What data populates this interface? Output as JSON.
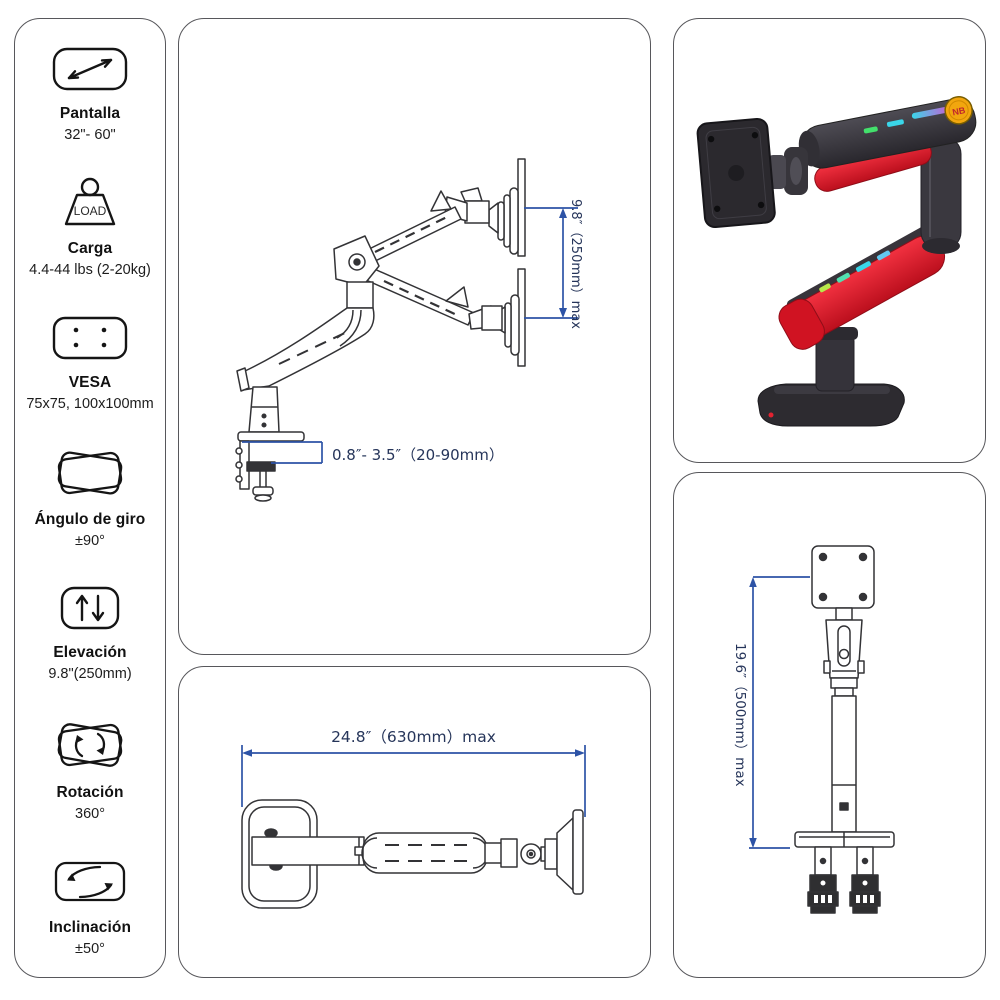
{
  "sidebar": {
    "specs": [
      {
        "label": "Pantalla",
        "value": "32\"- 60\"",
        "icon": "screen-diagonal-icon"
      },
      {
        "label": "Carga",
        "value": "4.4-44 lbs (2-20kg)",
        "icon": "load-weight-icon",
        "icon_text": "LOAD"
      },
      {
        "label": "VESA",
        "value": "75x75, 100x100mm",
        "icon": "vesa-holes-icon"
      },
      {
        "label": "Ángulo de giro",
        "value": "±90°",
        "icon": "swivel-icon"
      },
      {
        "label": "Elevación",
        "value": "9.8\"(250mm)",
        "icon": "elevation-arrows-icon"
      },
      {
        "label": "Rotación",
        "value": "360°",
        "icon": "rotation-icon"
      },
      {
        "label": "Inclinación",
        "value": "±50°",
        "icon": "tilt-icon"
      }
    ]
  },
  "diagrams": {
    "side_view": {
      "height_dim": "9.8″（250mm）max",
      "clamp_dim": "0.8″- 3.5″（20-90mm）"
    },
    "top_view": {
      "width_dim": "24.8″（630mm）max"
    },
    "front_view": {
      "height_dim": "19.6″（500mm）max"
    }
  },
  "photo": {
    "badge_text": "NB"
  },
  "colors": {
    "dimension_line": "#2d53a6",
    "dimension_text": "#26355a",
    "drawing_line": "#333336",
    "panel_border": "#57575b",
    "accent_red": "#e32230",
    "badge_yellow": "#f2a60e"
  }
}
